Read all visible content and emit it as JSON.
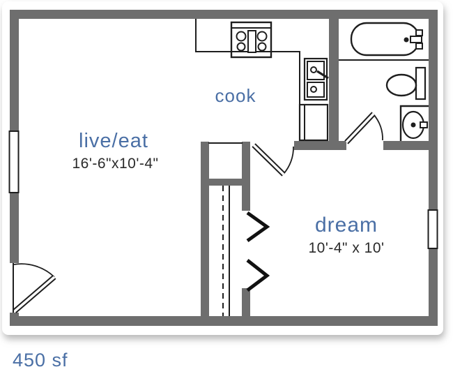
{
  "floor_plan": {
    "rooms": [
      {
        "name": "live/eat",
        "dimensions": "16'-6\"x10'-4\""
      },
      {
        "name": "cook"
      },
      {
        "name": "dream",
        "dimensions": "10'-4\" x 10'"
      }
    ],
    "unit_area": "450 sf",
    "colors": {
      "wall": "#6e6e6e",
      "linework": "#1e1e1e",
      "room_label": "#4a6fa5",
      "dimension_text": "#2a2a2a",
      "background": "#ffffff"
    },
    "icons": [
      "stove-icon",
      "kitchen-sink-icon",
      "refrigerator-icon",
      "bathtub-icon",
      "toilet-icon",
      "vanity-sink-icon",
      "window-icon",
      "entry-door-icon",
      "bedroom-door-icon",
      "bathroom-door-icon",
      "bifold-door-icon",
      "closet-rod-icon"
    ]
  }
}
